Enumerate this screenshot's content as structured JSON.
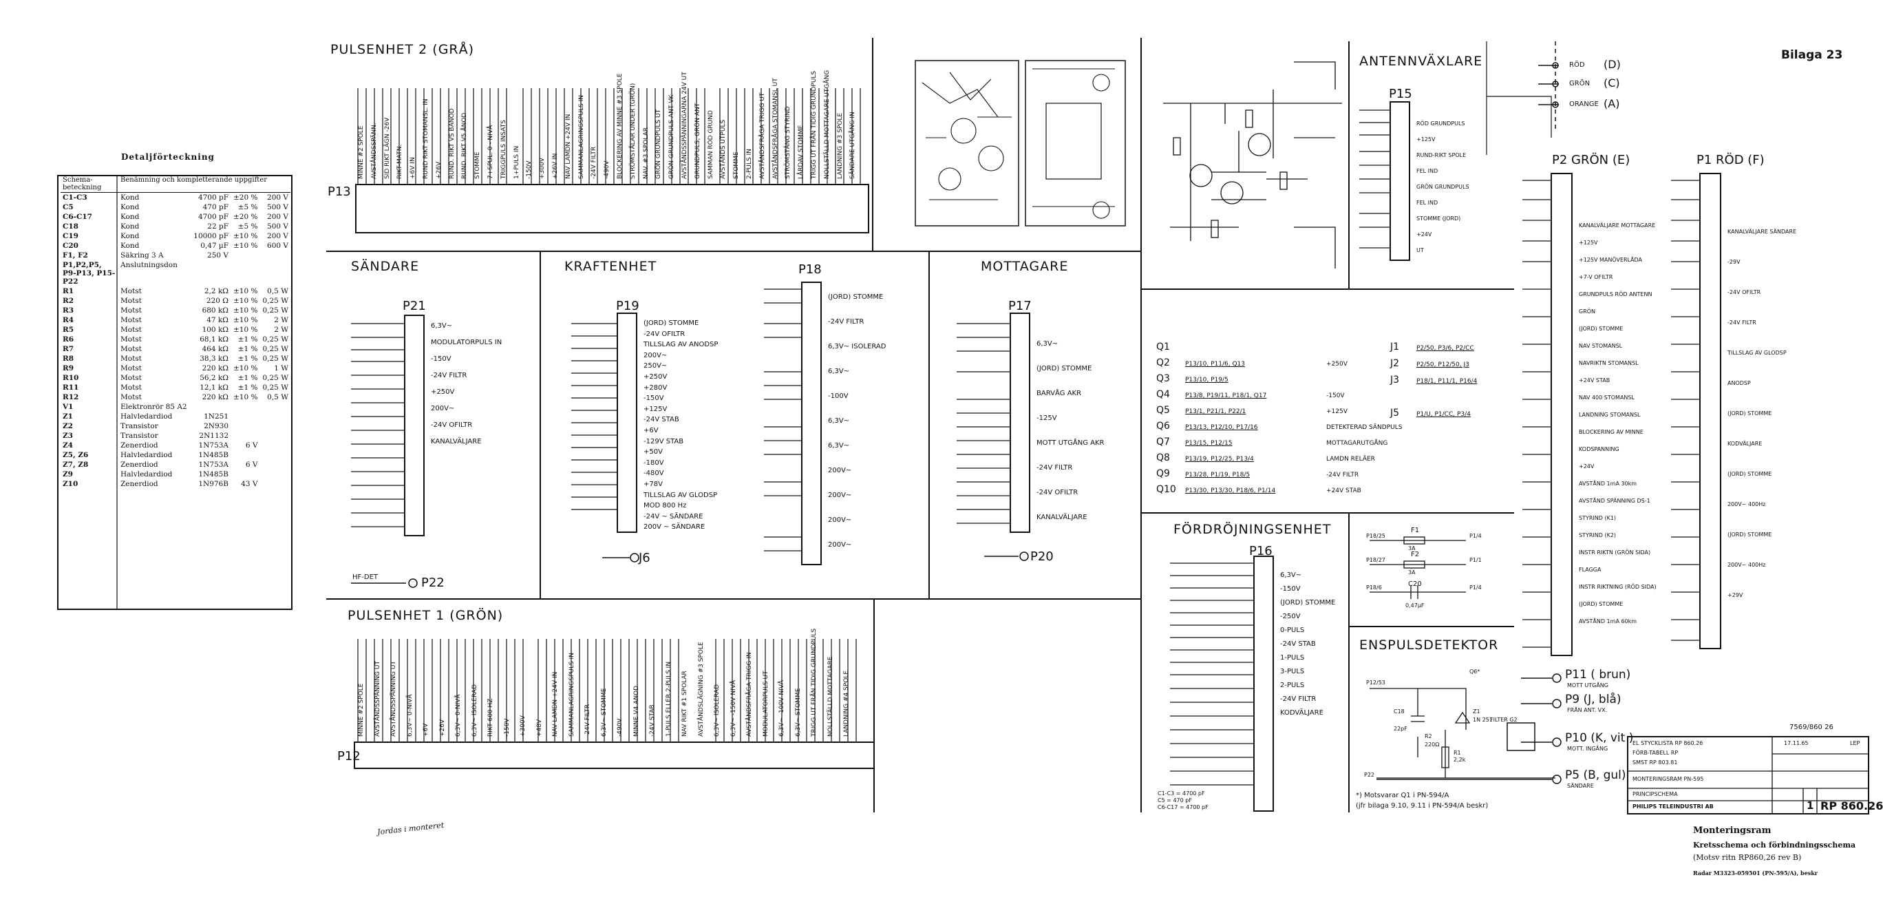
{
  "bilaga": "Bilaga 23",
  "detail": {
    "heading": "Detaljförteckning",
    "col1": "Schema-beteckning",
    "col2": "Benämning och kompletterande uppgifter",
    "rows": [
      [
        "C1-C3",
        "Kond",
        "4700 pF",
        "±20 %",
        "200 V"
      ],
      [
        "C5",
        "Kond",
        "470 pF",
        "±5 %",
        "500 V"
      ],
      [
        "C6-C17",
        "Kond",
        "4700 pF",
        "±20 %",
        "200 V"
      ],
      [
        "C18",
        "Kond",
        "22 pF",
        "±5 %",
        "500 V"
      ],
      [
        "C19",
        "Kond",
        "10000 pF",
        "±10 %",
        "200 V"
      ],
      [
        "C20",
        "Kond",
        "0,47 µF",
        "±10 %",
        "600 V"
      ],
      [
        "F1, F2",
        "Säkring 3 A",
        "250 V",
        "",
        ""
      ],
      [
        "P1,P2,P5, P9-P13, P15-P22",
        "Anslutningsdon",
        "",
        "",
        ""
      ],
      [
        "R1",
        "Motst",
        "2,2 kΩ",
        "±10 %",
        "0,5 W"
      ],
      [
        "R2",
        "Motst",
        "220 Ω",
        "±10 %",
        "0,25 W"
      ],
      [
        "R3",
        "Motst",
        "680 kΩ",
        "±10 %",
        "0,25 W"
      ],
      [
        "R4",
        "Motst",
        "47 kΩ",
        "±10 %",
        "2 W"
      ],
      [
        "R5",
        "Motst",
        "100 kΩ",
        "±10 %",
        "2 W"
      ],
      [
        "R6",
        "Motst",
        "68,1 kΩ",
        "±1 %",
        "0,25 W"
      ],
      [
        "R7",
        "Motst",
        "464 kΩ",
        "±1 %",
        "0,25 W"
      ],
      [
        "R8",
        "Motst",
        "38,3 kΩ",
        "±1 %",
        "0,25 W"
      ],
      [
        "R9",
        "Motst",
        "220 kΩ",
        "±10 %",
        "1 W"
      ],
      [
        "R10",
        "Motst",
        "56,2 kΩ",
        "±1 %",
        "0,25 W"
      ],
      [
        "R11",
        "Motst",
        "12,1 kΩ",
        "±1 %",
        "0,25 W"
      ],
      [
        "R12",
        "Motst",
        "220 kΩ",
        "±10 %",
        "0,5 W"
      ],
      [
        "V1",
        "Elektronrör 85 A2",
        "",
        "",
        ""
      ],
      [
        "Z1",
        "Halvledardiod",
        "1N251",
        "",
        ""
      ],
      [
        "Z2",
        "Transistor",
        "2N930",
        "",
        ""
      ],
      [
        "Z3",
        "Transistor",
        "2N1132",
        "",
        ""
      ],
      [
        "Z4",
        "Zenerdiod",
        "1N753A",
        "6 V",
        ""
      ],
      [
        "Z5, Z6",
        "Halvledardiod",
        "1N485B",
        "",
        ""
      ],
      [
        "Z7, Z8",
        "Zenerdiod",
        "1N753A",
        "6 V",
        ""
      ],
      [
        "Z9",
        "Halvledardiod",
        "1N485B",
        "",
        ""
      ],
      [
        "Z10",
        "Zenerdiod",
        "1N976B",
        "43 V",
        ""
      ]
    ]
  },
  "sections": {
    "pulsenhet2": "PULSENHET  2  (GRÅ)",
    "sandare": "SÄNDARE",
    "kraftenhet": "KRAFTENHET",
    "mottagare": "MOTTAGARE",
    "antennvaxlare": "ANTENNVÄXLARE",
    "fordrojning": "FÖRDRÖJNINGSENHET",
    "enspuls": "ENSPULSDETEKTOR",
    "pulsenhet1": "PULSENHET  1  (GRÖN)"
  },
  "connectors": {
    "p13": "P13",
    "p12": "P12",
    "p21": "P21",
    "p19": "P19",
    "p18": "P18",
    "p17": "P17",
    "p16": "P16",
    "p15": "P15",
    "p2": "P2",
    "p1": "P1",
    "p22": "P22",
    "j6": "J6",
    "p20": "P20",
    "p2_title": "P2  GRÖN (E)",
    "p1_title": "P1  RÖD (F)"
  },
  "legend_rgb": [
    {
      "label": "RÖD",
      "code": "(D)"
    },
    {
      "label": "GRÖN",
      "code": "(C)"
    },
    {
      "label": "ORANGE",
      "code": "(A)"
    }
  ],
  "pulsenhet2_signals": [
    "MINNE #2 SPOLE",
    "AVSTÅNDSSPÄNN.",
    "SID RIKT LÄGN -26V",
    "RIKT-MATN.",
    "+6V IN",
    "RUND RIKT STOMANSL. IN",
    "+26V",
    "RUND. RIKT VS BANOD",
    "RUND. RIKT V5 ÅNOD",
    "STOMME",
    "7+SPUL. 0 - NIVÅ",
    "TRIGGPULS INSATS",
    "1+PULS IN",
    "-150V",
    "+300V",
    "+26V IN",
    "NAV LAMDN +24V IN",
    "SAMMANLAGRINGSPULS IN",
    "-24V FILTR",
    "-490V",
    "BLOCKERING AV MINNE #3 SPOLE",
    "STRÖMSTÅLAR UNDER (GRÖN)",
    "NAV. #3 SPOLAR",
    "GRÖN GRUNDPULS UT",
    "GRÖN GRUNDPULS ANT VK",
    "AVSTÅNDSSPÄNNINGARNA  24V UT",
    "GRUNDPULS, GRÖN ANT",
    "SAMMAN RÖD GRUND",
    "AVSTÅNDS UTPULS",
    "STOMME",
    "2-PULS IN",
    "AVSTÅNDSFRÅGA TRIGG UT",
    "AVSTÅNDSFRÅGA STOMANSL UT",
    "STRÖMSTÅNG STYRIND",
    "LÅRDAV STOMME",
    "TRIGG UT FRÅN TIDIG GRUNDPULS",
    "NOLLSTÄLLD MOTTAGARE UTGÅNG",
    "LANDNING #3 SPOLE",
    "SÄNDARE UTGÅNG IN"
  ],
  "pulsenhet1_signals": [
    "MINNE #2 SPOLE",
    "AVSTÅNDSSPÄNNING UT",
    "AVSTÅNDSSPÄNNING UT",
    "6,3V~  0-NIVÅ",
    "+6V",
    "+26V",
    "6,3V~ 0-NIVÅ",
    "6,3V~ ISOLERAD",
    "RIKT 600 HZ",
    "-150V",
    "+300V",
    "+48V",
    "NAV LAMDN +24V IN",
    "SAMMANLAGRINGSPULS IN",
    "-24V FILTR",
    "6,3V~ STOMME",
    "-490V",
    "MINNE V4 ANOD",
    "-24V STAB",
    "1-PULS ELLER 2-PULS IN",
    "NAV RIKT #1 SPOLAR",
    "AVSTÅNDSLÄGNING #3 SPOLE",
    "6,3V~ ISOLERAD",
    "6,3V~ -150V NIVÅ",
    "AVSTÅNDSFRÅGA TRIGG IN",
    "MODULATORPULS UT",
    "6,3V~ -100V NIVÅ",
    "6,3V~ STOMME",
    "TRIGG UT FRÅN TIDIG GRUNDPULS",
    "NOLLSTÄLLD MOTTAGARE",
    "LANDNING #4 SPOLE"
  ],
  "p21_labels": [
    "6,3V~",
    "MODULATORPULS IN",
    "-150V",
    "-24V FILTR",
    "+250V",
    "200V~",
    "-24V OFILTR",
    "KANALVÄLJARE"
  ],
  "p19_labels": [
    "(JORD) STOMME",
    "-24V OFILTR",
    "TILLSLAG AV ANODSP",
    "200V~",
    "250V~",
    "+250V",
    "+280V",
    "-150V",
    "+125V",
    "-24V STAB",
    "+6V",
    "-129V STAB",
    "+50V",
    "-180V",
    "-480V",
    "+78V",
    "TILLSLAG AV GLODSP",
    "MOD 800 Hz",
    "-24V ~ SÄNDARE",
    "200V ~ SÄNDARE"
  ],
  "p18_labels": [
    "(JORD) STOMME",
    "-24V FILTR",
    "6,3V~ ISOLERAD",
    "6,3V~",
    "-100V",
    "6,3V~",
    "6,3V~",
    "200V~",
    "200V~",
    "200V~",
    "200V~"
  ],
  "p17_labels": [
    "6,3V~",
    "(JORD) STOMME",
    "BARVÅG AKR",
    "-125V",
    "MOTT UTGÅNG AKR",
    "-24V FILTR",
    "-24V OFILTR",
    "KANALVÄLJARE"
  ],
  "p16_labels": [
    "6,3V~",
    "-150V",
    "(JORD) STOMME",
    "-250V",
    "0-PULS",
    "-24V STAB",
    "1-PULS",
    "3-PULS",
    "2-PULS",
    "-24V FILTR",
    "KODVÄLJARE"
  ],
  "p15_labels": [
    "RÖD GRUNDPULS",
    "+125V",
    "RUND-RIKT SPOLE",
    "FEL IND",
    "GRÖN GRUNDPULS",
    "FEL IND",
    "STOMME (JORD)",
    "+24V",
    "UT"
  ],
  "p2_labels": [
    "KANALVÄLJARE MOTTAGARE",
    "+125V",
    "+125V MANÖVERLÅDA",
    "+7-V OFILTR",
    "GRUNDPULS RÖD ANTENN",
    "GRÖN",
    "(JORD) STOMME",
    "NAV STOMANSL",
    "NAVRIKTN STOMANSL",
    "+24V STAB",
    "NAV 400 STOMANSL",
    "LANDNING STOMANSL",
    "BLOCKERING AV MINNE",
    "KODSPANNING",
    "+24V",
    "AVSTÅND 1mA 30km",
    "AVSTÅND SPÄNNING DS-1",
    "STYRIND (K1)",
    "STYRIND (K2)",
    "INSTR RIKTN (GRÖN SIDA)",
    "FLAGGA",
    "INSTR RIKTNING (RÖD SIDA)",
    "(JORD) STOMME",
    "AVSTÅND 1mA 60km"
  ],
  "p1_labels": [
    "KANALVÄLJARE SÄNDARE",
    "-29V",
    "-24V OFILTR",
    "-24V FILTR",
    "TILLSLAG AV GLODSP",
    "ANODSP",
    "(JORD) STOMME",
    "KODVÄLJARE",
    "(JORD) STOMME",
    "200V~ 400Hz",
    "(JORD) STOMME",
    "200V~ 400Hz",
    "+29V"
  ],
  "q_list": [
    {
      "q": "Q1",
      "ref": "",
      "note": ""
    },
    {
      "q": "Q2",
      "ref": "P13/10, P11/6, Q13",
      "note": "+250V"
    },
    {
      "q": "Q3",
      "ref": "P13/10, P19/5",
      "note": ""
    },
    {
      "q": "Q4",
      "ref": "P13/8, P19/11, P18/1, Q17",
      "note": "-150V"
    },
    {
      "q": "Q5",
      "ref": "P13/1, P21/1, P22/1",
      "note": "+125V"
    },
    {
      "q": "Q6",
      "ref": "P13/13, P12/10, P17/16",
      "note": "DETEKTERAD SÄNDPULS"
    },
    {
      "q": "Q7",
      "ref": "P13/15, P12/15",
      "note": "MOTTAGARUTGÅNG"
    },
    {
      "q": "Q8",
      "ref": "P13/19, P12/25, P13/4",
      "note": "LAMDN RELÄER"
    },
    {
      "q": "Q9",
      "ref": "P13/28, P1/19, P18/5",
      "note": "-24V FILTR"
    },
    {
      "q": "Q10",
      "ref": "P13/30, P13/30, P18/6, P1/14",
      "note": "+24V STAB"
    }
  ],
  "j_list": [
    {
      "j": "J1",
      "ref": "P2/50, P3/6, P2/CC"
    },
    {
      "j": "J2",
      "ref": "P2/50, P12/50, J3"
    },
    {
      "j": "J3",
      "ref": "P18/1, P11/1, P16/4"
    },
    {
      "j": "J5",
      "ref": "P1/U, P1/CC, P3/4"
    }
  ],
  "fuse": {
    "f1": "F1",
    "f2": "F2",
    "c20": "C20",
    "a1": "3A",
    "a2": "3A",
    "cval": "0,47µF",
    "refs": [
      "P18/25",
      "P18/27",
      "P18/6",
      "P1/4",
      "P1/1",
      "P1/4"
    ]
  },
  "enspuls": {
    "c18": "C18",
    "c18v": "22pF",
    "r2": "R2",
    "r2v": "220Ω",
    "r1": "R1",
    "r1v": "2,2k",
    "z1": "Z1",
    "z1v": "1N 251",
    "p": "P12/53",
    "q6": "Q6*",
    "p22": "P22"
  },
  "right_connectors": [
    {
      "name": "P11 ( brun)",
      "sub": "MOTT UTGÅNG"
    },
    {
      "name": "P9  (J, blå)",
      "sub": "FRÅN ANT. VX."
    },
    {
      "name": "P10 (K, vit )",
      "sub": "MOTT. INGÅNG"
    },
    {
      "name": "P5  (B, gul)",
      "sub": "SÄNDARE"
    }
  ],
  "filter": "FILTER G2",
  "footnote": "*) Motsvarar Q1 i PN-594/A\n(jfr bilaga 9.10, 9.11 i PN-594/A beskr)",
  "p16_caps": [
    "C1-C3 = 4700 pF",
    "C5 = 470 pF",
    "C6-C17 = 4700 pF"
  ],
  "hf_det": "HF-DET",
  "titleblock": {
    "doc1": "EL STYCKLISTA  RP 860.26",
    "doc2": "FÖRB-TABELL   RP",
    "doc3": "SMST RP 803.81",
    "drawing_no": "7569/860 26",
    "date": "17.11.65",
    "lep": "LEP",
    "monteringsram": "MONTERINGSRAM   PN-595",
    "principschema": "PRINCIPSCHEMA",
    "company": "PHILIPS TELEINDUSTRI AB",
    "sheet": "1",
    "rp": "RP 860.26"
  },
  "caption": {
    "title": "Monteringsram",
    "sub": "Kretsschema och förbindningsschema",
    "sub2": "(Motsv ritn RP860,26 rev B)",
    "ref": "Radar M3323-059501 (PN-595/A), beskr"
  },
  "handwritten": "Jordas i monteret"
}
